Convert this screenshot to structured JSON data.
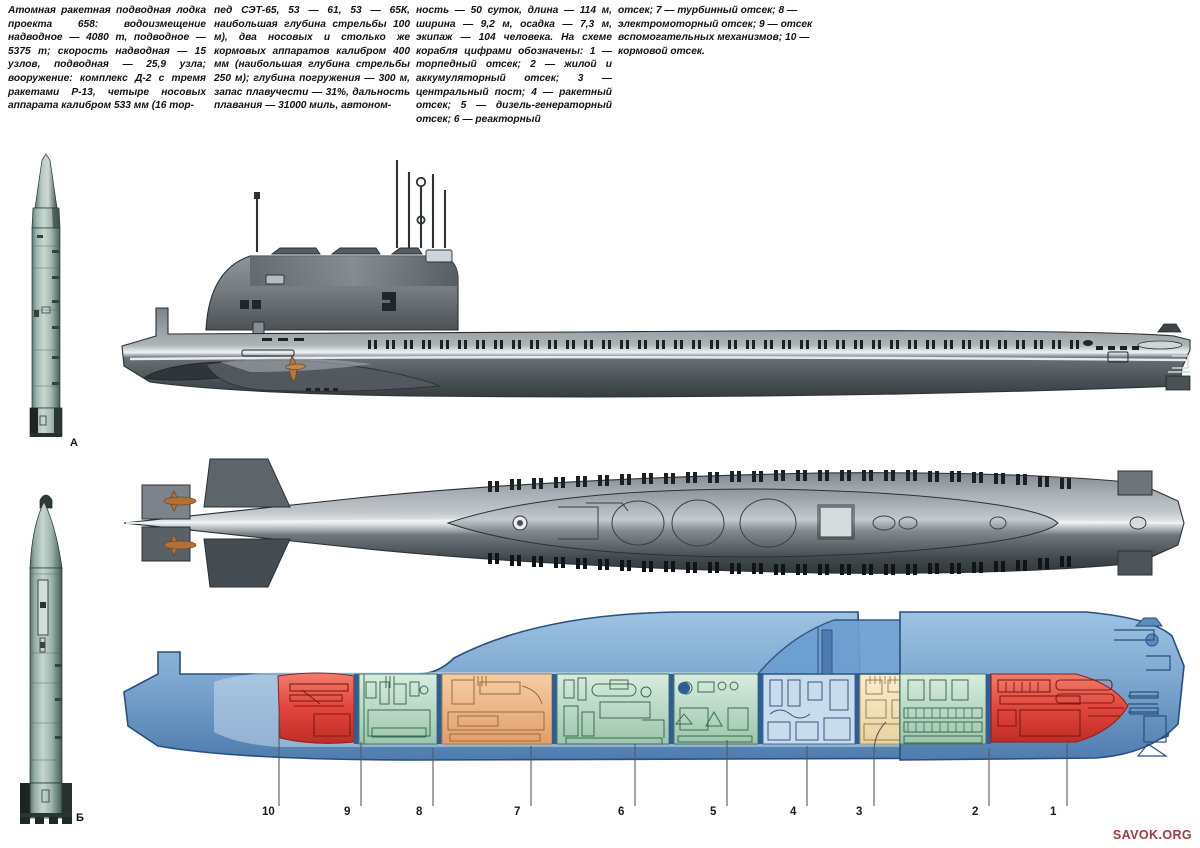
{
  "caption": {
    "col1": "Атомная ракетная подводная лодка проекта 658: водоизмещение надводное — 4080 т, подводное — 5375 т; скорость надводная — 15 узлов, подводная — 25,9 узла; вооружение: комплекс Д-2 с тремя ракетами Р-13, четыре носовых аппарата калибром 533 мм (16 тор-",
    "col2": "пед СЭТ-65, 53 — 61, 53 — 65К, наибольшая глубина стрельбы 100 м), два носовых и столько же кормовых аппаратов калибром 400 мм (наибольшая глубина стрельбы 250 м); глубина погружения — 300 м, запас плавучести — 31%, дальность плавания — 31000 миль, автоном-",
    "col3": "ность — 50 суток, длина — 114 м, ширина — 9,2 м, осадка — 7,3 м, экипаж — 104 человека. На схеме корабля цифрами обозначены: 1 — торпедный отсек; 2 — жилой и аккумуляторный отсек; 3 — центральный пост; 4 — ракетный отсек; 5 — дизель-генераторный отсек; 6 — реакторный",
    "col4": "отсек; 7 — турбинный отсек; 8 — электромоторный отсек; 9 — отсек вспомогательных механизмов; 10 — кормовой отсек."
  },
  "missiles": [
    {
      "label": "А",
      "name": "r-13-missile-a"
    },
    {
      "label": "Б",
      "name": "r-13-missile-b"
    }
  ],
  "views": {
    "side": "side-elevation-view",
    "plan": "top-plan-view",
    "cutaway": "longitudinal-cutaway-view"
  },
  "compartment_numbers": [
    "10",
    "9",
    "8",
    "7",
    "6",
    "5",
    "4",
    "3",
    "2",
    "1"
  ],
  "compartments": [
    {
      "num": "1",
      "name": "торпедный отсек",
      "color": "#e0403a"
    },
    {
      "num": "2",
      "name": "жилой и аккумуляторный отсек",
      "color": "#bcd8cc"
    },
    {
      "num": "3",
      "name": "центральный пост",
      "color": "#f2e3c2"
    },
    {
      "num": "4",
      "name": "ракетный отсек",
      "color": "#e0403a"
    },
    {
      "num": "5",
      "name": "дизель-генераторный отсек",
      "color": "#f2e3c2"
    },
    {
      "num": "6",
      "name": "реакторный отсек",
      "color": "#b9d6c4"
    },
    {
      "num": "7",
      "name": "турбинный отсек",
      "color": "#b9d6c4"
    },
    {
      "num": "8",
      "name": "электромоторный отсек",
      "color": "#edb98e"
    },
    {
      "num": "9",
      "name": "отсек вспомогательных механизмов",
      "color": "#bcd8cc"
    },
    {
      "num": "10",
      "name": "кормовой отсек",
      "color": "#e0403a"
    }
  ],
  "colors": {
    "hull_dark": "#3d4246",
    "hull_mid": "#6e757a",
    "hull_light": "#9aa1a6",
    "waterline": "#e8ecef",
    "propeller": "#b5763a",
    "missile_body": "#a8bdb4",
    "missile_shade": "#6f8a84",
    "cutaway_hull": "#7fa8d0",
    "cutaway_hull_dark": "#3f6fa8",
    "silo_red": "#e23b33",
    "watermark": "#a23b3b"
  },
  "watermark": "SAVOK.ORG"
}
